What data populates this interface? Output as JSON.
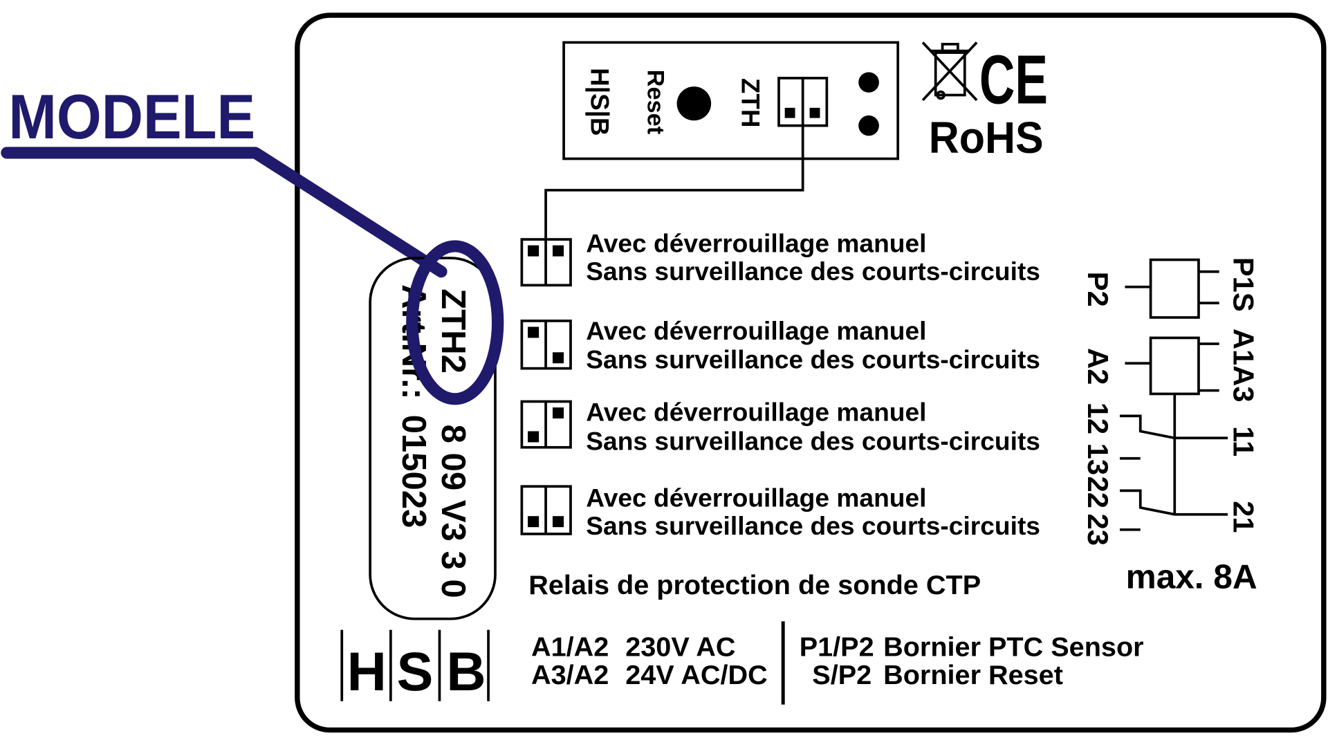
{
  "callout": {
    "label": "MODELE",
    "color": "#1f1a6b"
  },
  "logos": {
    "weee_bin": "crossed-out-wheeled-bin-icon",
    "ce": "CE",
    "rohs": "RoHS"
  },
  "device": {
    "brand_vertical": "H|S|B",
    "reset_label": "Reset",
    "model_code": "ZTH"
  },
  "jumper_rows": [
    {
      "line1": "Avec déverrouillage manuel",
      "line2": "Sans surveillance des courts-circuits",
      "pattern": "top-both"
    },
    {
      "line1": "Avec déverrouillage manuel",
      "line2": "Sans surveillance des courts-circuits",
      "pattern": "top-left-bottom-right"
    },
    {
      "line1": "Avec déverrouillage manuel",
      "line2": "Sans surveillance des courts-circuits",
      "pattern": "bottom-left-top-right"
    },
    {
      "line1": "Avec déverrouillage manuel",
      "line2": "Sans surveillance des courts-circuits",
      "pattern": "bottom-both"
    }
  ],
  "plate": {
    "model": "ZTH2",
    "line2_prefix": "Art.Nr.:",
    "line1_rest": "8  09  V3 3 0",
    "line2_rest": "015023"
  },
  "title": "Relais de protection de sonde CTP",
  "terminals": {
    "p1s": "P1S",
    "p2": "P2",
    "a1a3": "A1A3",
    "a2": "A2",
    "t11": "11",
    "t12": "12",
    "t13": "13",
    "t21": "21",
    "t22": "22",
    "t23": "23",
    "max": "max. 8A"
  },
  "footer": {
    "brand_letters": [
      "H",
      "S",
      "B"
    ],
    "specs": [
      {
        "terminal": "A1/A2",
        "value": "230V AC"
      },
      {
        "terminal": "A3/A2",
        "value": "24V AC/DC"
      }
    ],
    "bornier": [
      {
        "terminal": "P1/P2",
        "value": "Bornier PTC Sensor"
      },
      {
        "terminal": "S/P2",
        "value": "Bornier Reset"
      }
    ]
  }
}
